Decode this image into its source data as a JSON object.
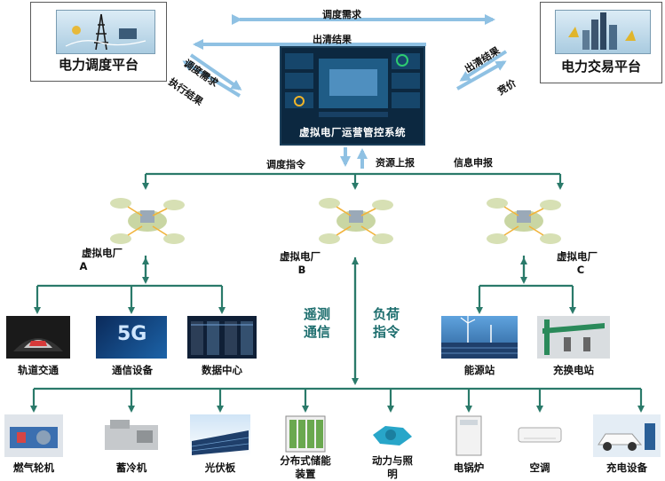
{
  "platforms": {
    "dispatch": "电力调度平台",
    "trading": "电力交易平台"
  },
  "system": {
    "title": "虚拟电厂运营管控系统"
  },
  "flows": {
    "dispatch_demand_top": "调度需求",
    "clearing_result_top": "出清结果",
    "dispatch_demand_left": "调度需求",
    "exec_result_left": "执行结果",
    "clearing_result_right": "出清结果",
    "bid_right": "竞价",
    "dispatch_cmd": "调度指令",
    "resource_report": "资源上报",
    "info_report": "信息申报",
    "telemetry": "遥测\n通信",
    "load_cmd": "负荷\n指令"
  },
  "vpps": [
    {
      "name": "虚拟电厂",
      "letter": "A"
    },
    {
      "name": "虚拟电厂",
      "letter": "B"
    },
    {
      "name": "虚拟电厂",
      "letter": "C"
    }
  ],
  "mid_resources": [
    "轨道交通",
    "通信设备",
    "数据中心",
    "能源站",
    "充换电站"
  ],
  "bottom_resources": [
    "燃气轮机",
    "蓄冷机",
    "光伏板",
    "分布式储能\n装置",
    "动力与照\n明",
    "电锅炉",
    "空调",
    "充电设备"
  ],
  "icons": {
    "dispatch_image": "power-tower-icon",
    "trading_image": "city-skyline-icon",
    "vpp": "virtual-plant-icon",
    "fiveg_text": "5G"
  },
  "colors": {
    "line": "#2a7a6a",
    "accent": "#1d6e6e",
    "arrow_blue": "#8fc1e3"
  }
}
